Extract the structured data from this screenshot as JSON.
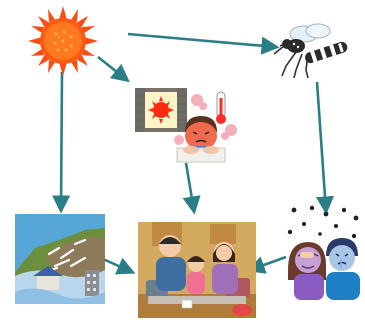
{
  "diagram": {
    "arrow_color": "#2a7f86",
    "nodes": [
      {
        "id": "sun",
        "icon": "sun-icon"
      },
      {
        "id": "mosquito",
        "icon": "mosquito-icon"
      },
      {
        "id": "heatstroke",
        "icon": "heatstroke-person-icon"
      },
      {
        "id": "landslide",
        "icon": "landslide-disaster-icon"
      },
      {
        "id": "evacuation",
        "icon": "evacuation-family-icon"
      },
      {
        "id": "infection",
        "icon": "sick-people-icon"
      }
    ],
    "edges": [
      {
        "from": "sun",
        "to": "mosquito"
      },
      {
        "from": "sun",
        "to": "heatstroke"
      },
      {
        "from": "sun",
        "to": "landslide"
      },
      {
        "from": "heatstroke",
        "to": "evacuation"
      },
      {
        "from": "mosquito",
        "to": "infection"
      },
      {
        "from": "landslide",
        "to": "evacuation"
      },
      {
        "from": "infection",
        "to": "evacuation"
      }
    ]
  }
}
